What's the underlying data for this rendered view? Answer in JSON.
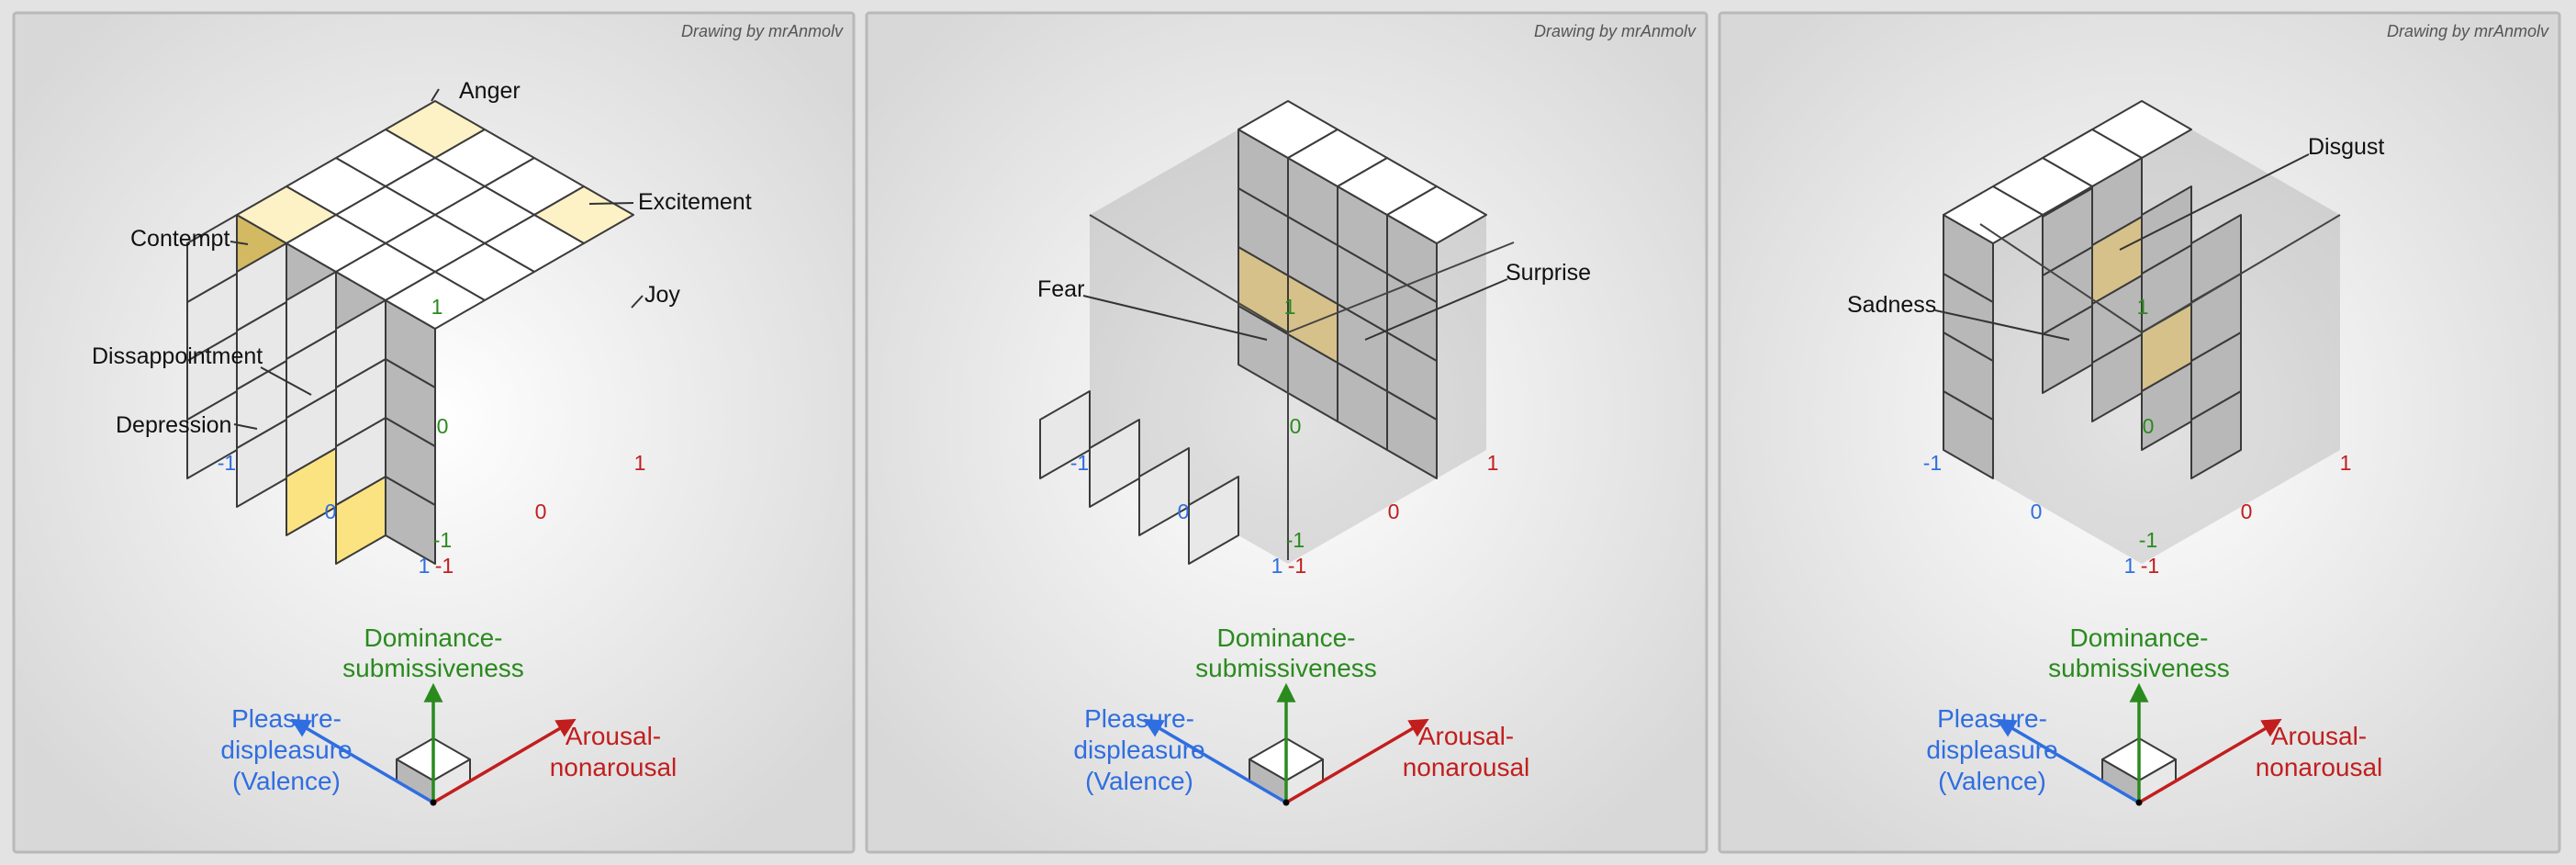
{
  "credit": "Drawing by mrAnmolv",
  "colors": {
    "pleasure": "#2f6ee0",
    "arousal": "#c21e1e",
    "dominance": "#2a8a1e",
    "top_white": "#ffffff",
    "left_gray": "#b8b8b8",
    "right_light": "#e8e8e8",
    "top_yellow": "#fdf1c6",
    "left_yellow": "#d3b962",
    "right_yellow": "#fbe382",
    "highlight_yellow": "#d6c18a"
  },
  "axis_legend": {
    "dominance": "Dominance-submissiveness",
    "dominance_lines": [
      "Dominance-",
      "submissiveness"
    ],
    "pleasure_lines": [
      "Pleasure-",
      "displeasure",
      "(Valence)"
    ],
    "arousal_lines": [
      "Arousal-",
      "nonarousal"
    ]
  },
  "ticks": {
    "pleasure": [
      "-1",
      "0",
      "1"
    ],
    "arousal": [
      "-1",
      "0",
      "1"
    ],
    "dominance": [
      "-1",
      "0",
      "1"
    ]
  },
  "panels": [
    {
      "name": "full-cube",
      "labels": [
        "Anger",
        "Excitement",
        "Contempt",
        "Joy",
        "Dissappointment",
        "Depression"
      ]
    },
    {
      "name": "fear-surprise",
      "labels": [
        "Fear",
        "Surprise"
      ]
    },
    {
      "name": "sadness-disgust",
      "labels": [
        "Sadness",
        "Disgust"
      ]
    }
  ]
}
